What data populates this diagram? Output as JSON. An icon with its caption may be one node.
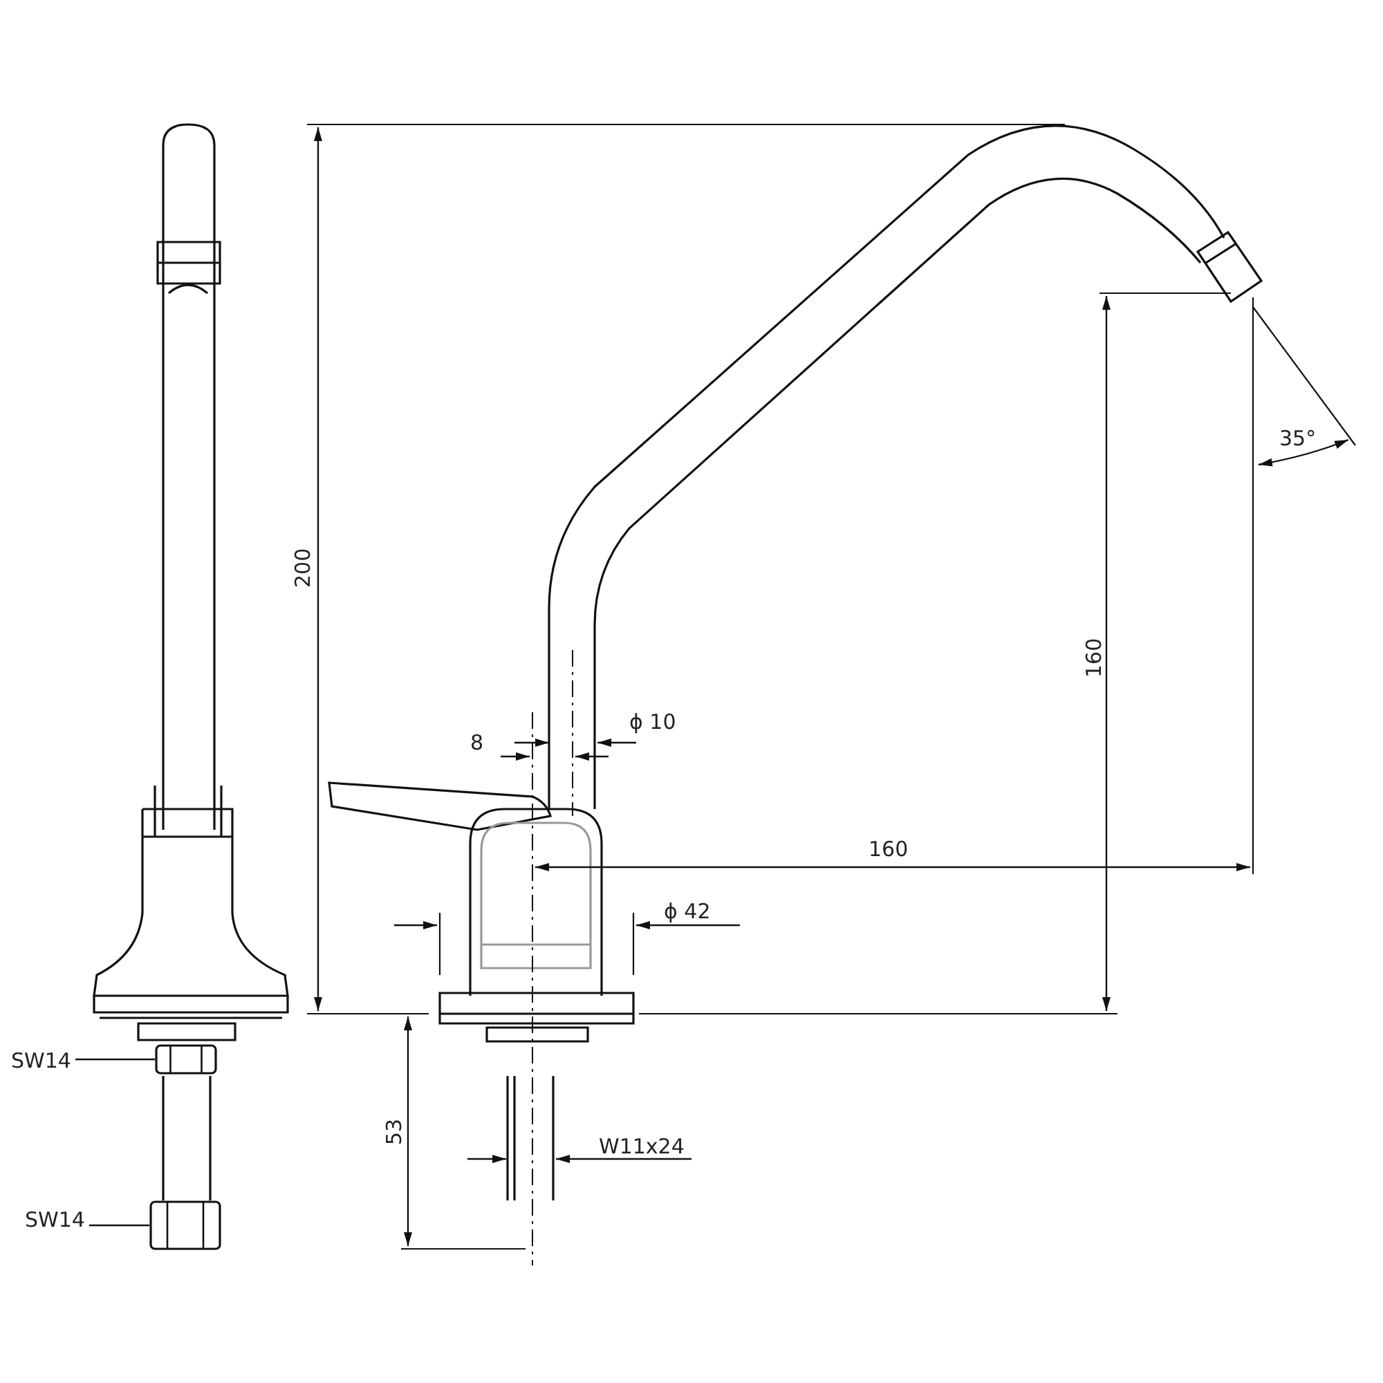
{
  "diagram": {
    "nodes": [
      {
        "text": [
          "SW14"
        ]
      },
      {
        "text": [],
        "shape": "box"
      },
      {
        "text": [
          "SW14"
        ]
      },
      {
        "text": [],
        "shape": "box"
      }
    ],
    "edges": [
      {
        "from": 0,
        "to": 1,
        "arrow": "none"
      },
      {
        "from": 2,
        "to": 3,
        "arrow": "none"
      }
    ],
    "labels": [
      "200",
      "35°",
      "160",
      "8",
      "ϕ 10",
      "160",
      "ϕ 42",
      "53",
      "W11x24"
    ]
  }
}
